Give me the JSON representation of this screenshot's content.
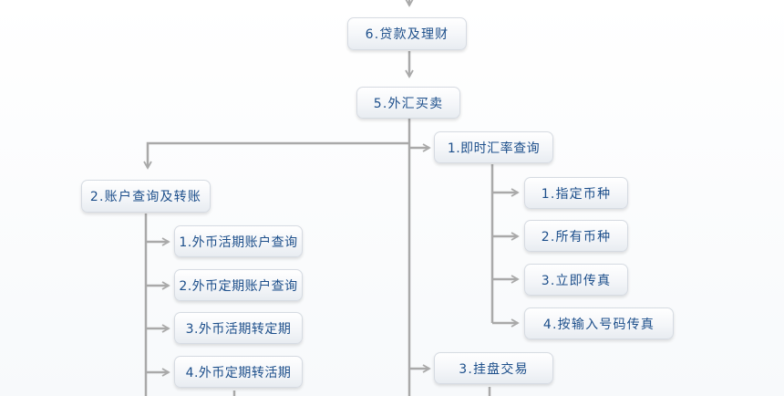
{
  "nodes": {
    "loans": "6.贷款及理财",
    "fx_trading": "5.外汇买卖",
    "realtime_rate": "1.即时汇率查询",
    "specified_currency": "1.指定币种",
    "all_currencies": "2.所有币种",
    "instant_fax": "3.立即传真",
    "input_number_fax": "4.按输入号码传真",
    "account_query_transfer": "2.账户查询及转账",
    "fx_demand_query": "1.外币活期账户查询",
    "fx_fixed_query": "2.外币定期账户查询",
    "fx_demand_to_fixed": "3.外币活期转定期",
    "fx_fixed_to_demand": "4.外币定期转活期",
    "limit_order": "3.挂盘交易"
  },
  "colors": {
    "line": "#a9a9a9",
    "text": "#1d4f8b"
  }
}
